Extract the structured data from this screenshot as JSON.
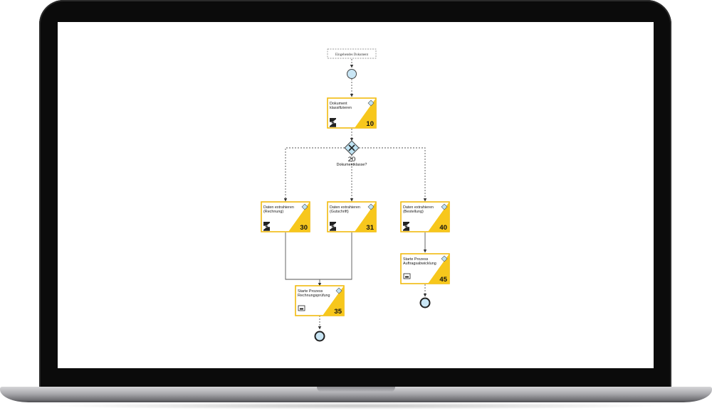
{
  "start_event": {
    "label": "Eingehendes Dokument"
  },
  "tasks": {
    "classify": {
      "lines": [
        "Dokument",
        "klassifizieren"
      ],
      "number": "10"
    },
    "extract_invoice": {
      "lines": [
        "Daten extrahieren",
        "(Rechnung)"
      ],
      "number": "30"
    },
    "extract_credit": {
      "lines": [
        "Daten extrahieren",
        "(Gutschrift)"
      ],
      "number": "31"
    },
    "extract_order": {
      "lines": [
        "Daten extrahieren",
        "(Bestellung)"
      ],
      "number": "40"
    },
    "start_order": {
      "lines": [
        "Starte Prozess",
        "Auftragsabwicklung"
      ],
      "number": "45"
    },
    "start_invoice": {
      "lines": [
        "Starte Prozess",
        "Rechnungsprüfung"
      ],
      "number": "35"
    }
  },
  "gateway": {
    "number": "20",
    "label": "Dokumentklasse?"
  },
  "colors": {
    "accent": "#f7c71c",
    "border": "#f1bb0e",
    "event_fill": "#c9e6f5",
    "gateway_fill": "#bfe3f3",
    "stroke": "#555555"
  }
}
